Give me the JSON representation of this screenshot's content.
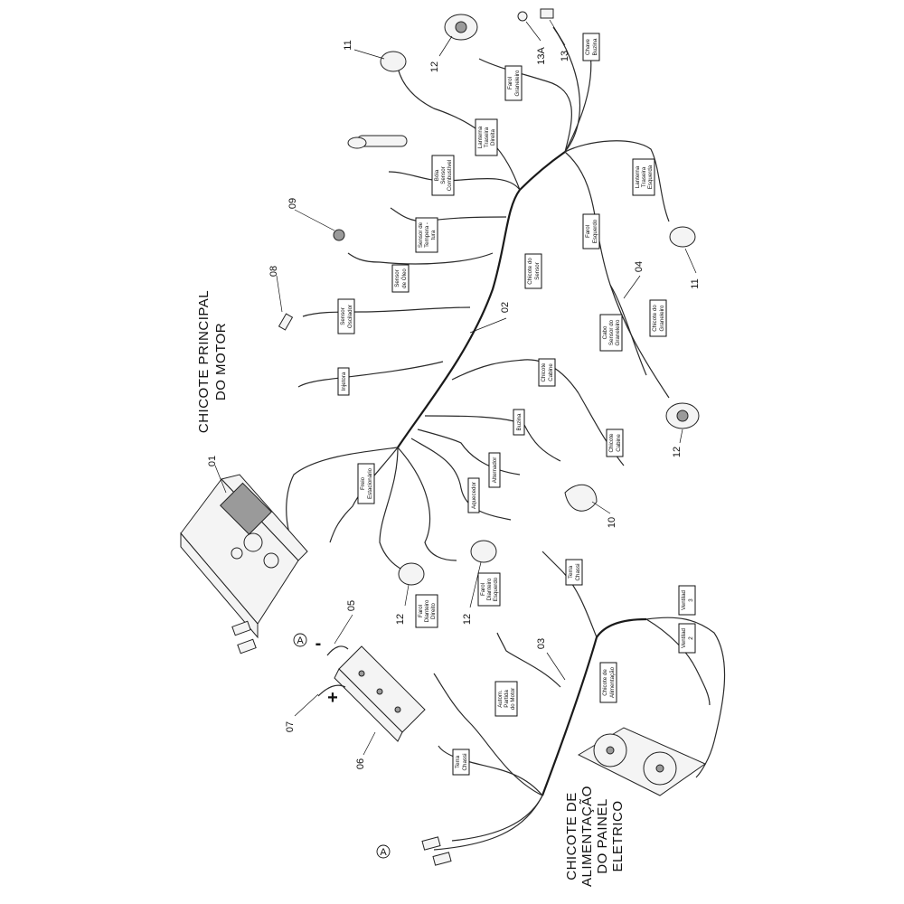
{
  "titles": {
    "main_line1": "CHICOTE  PRINCIPAL",
    "main_line2": "DO MOTOR",
    "feed_line1": "CHICOTE DE",
    "feed_line2": "ALIMENTAÇÃO",
    "feed_line3": "DO PAINEL",
    "feed_line4": "ELETRICO"
  },
  "part_numbers": {
    "p01": "01",
    "p02": "02",
    "p03": "03",
    "p04": "04",
    "p05": "05",
    "p06": "06",
    "p07": "07",
    "p08": "08",
    "p09": "09",
    "p10": "10",
    "p11a": "11",
    "p11b": "11",
    "p12a": "12",
    "p12b": "12",
    "p12c": "12",
    "p12d": "12",
    "p13": "13",
    "p13a": "13A"
  },
  "signs": {
    "minus": "-",
    "plus": "+"
  },
  "markers": {
    "a_top": "A",
    "a_bottom": "A"
  },
  "labels": {
    "chave_buzina": [
      "Chave",
      "Buzina"
    ],
    "farol_graneleiro": [
      "Farol",
      "Graneleiro"
    ],
    "lanterna_traseira_direita": [
      "Lanterna",
      "Traseira",
      "Direita"
    ],
    "lanterna_traseira_esquerda": [
      "Lanterna",
      "Traseira",
      "Esquerda"
    ],
    "boia_sensor": [
      "Bóia",
      "Sensor",
      "Combustível"
    ],
    "sensor_temperatura": [
      "Sensor de",
      "Tempera -",
      "tura"
    ],
    "sensor_oleo": [
      "Sensor",
      "de Óleo"
    ],
    "chicote_sensor": [
      "Chicote do",
      "Sensor"
    ],
    "farol_esquerdo": [
      "Farol",
      "Esquerdo"
    ],
    "sensor_oscilador": [
      "Sensor",
      "Oscilador"
    ],
    "cabo_sensor_graneleiro": [
      "Cabo",
      "Sensor do",
      "Graneleiro"
    ],
    "chicote_graneleiro": [
      "Chicote do",
      "Graneleiro"
    ],
    "injetora": [
      "Injetora"
    ],
    "chicote_cabine_1": [
      "Chicote",
      "Cabine"
    ],
    "chicote_cabine_2": [
      "Chicote",
      "Cabine"
    ],
    "buzina": [
      "Buzina"
    ],
    "freio_estacionario": [
      "Freio",
      "Estacionário"
    ],
    "alternador": [
      "Alternador"
    ],
    "aquecedor": [
      "Aquecedor"
    ],
    "farol_dianteiro_direito": [
      "Farol",
      "Dianteiro",
      "Direito"
    ],
    "farol_dianteiro_esquerdo": [
      "Farol",
      "Dianteiro",
      "Esquerdo"
    ],
    "terra_chassi_1": [
      "Terra",
      "Chassi"
    ],
    "terra_chassi_2": [
      "Terra",
      "Chassi"
    ],
    "ventilad_3": [
      "Ventilad",
      "3"
    ],
    "ventilad_2": [
      "Ventilad",
      "2"
    ],
    "chicote_alimentacao": [
      "Chicote de",
      "Alimentação"
    ],
    "autom_partida": [
      "Autom.",
      "Partida",
      "do Motor"
    ]
  }
}
